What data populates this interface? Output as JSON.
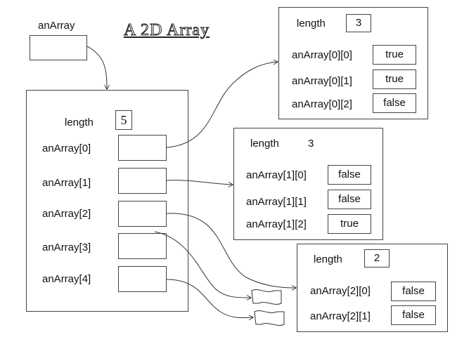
{
  "title": "A 2D Array",
  "variable": {
    "name": "anArray"
  },
  "outer": {
    "length_label": "length",
    "length_value": "5",
    "rows": [
      "anArray[0]",
      "anArray[1]",
      "anArray[2]",
      "anArray[3]",
      "anArray[4]"
    ]
  },
  "inner0": {
    "length_label": "length",
    "length_value": "3",
    "rows": [
      {
        "label": "anArray[0][0]",
        "value": "true"
      },
      {
        "label": "anArray[0][1]",
        "value": "true"
      },
      {
        "label": "anArray[0][2]",
        "value": "false"
      }
    ]
  },
  "inner1": {
    "length_label": "length",
    "length_value": "3",
    "rows": [
      {
        "label": "anArray[1][0]",
        "value": "false"
      },
      {
        "label": "anArray[1][1]",
        "value": "false"
      },
      {
        "label": "anArray[1][2]",
        "value": "true"
      }
    ]
  },
  "inner2": {
    "length_label": "length",
    "length_value": "2",
    "rows": [
      {
        "label": "anArray[2][0]",
        "value": "false"
      },
      {
        "label": "anArray[2][1]",
        "value": "false"
      }
    ]
  }
}
